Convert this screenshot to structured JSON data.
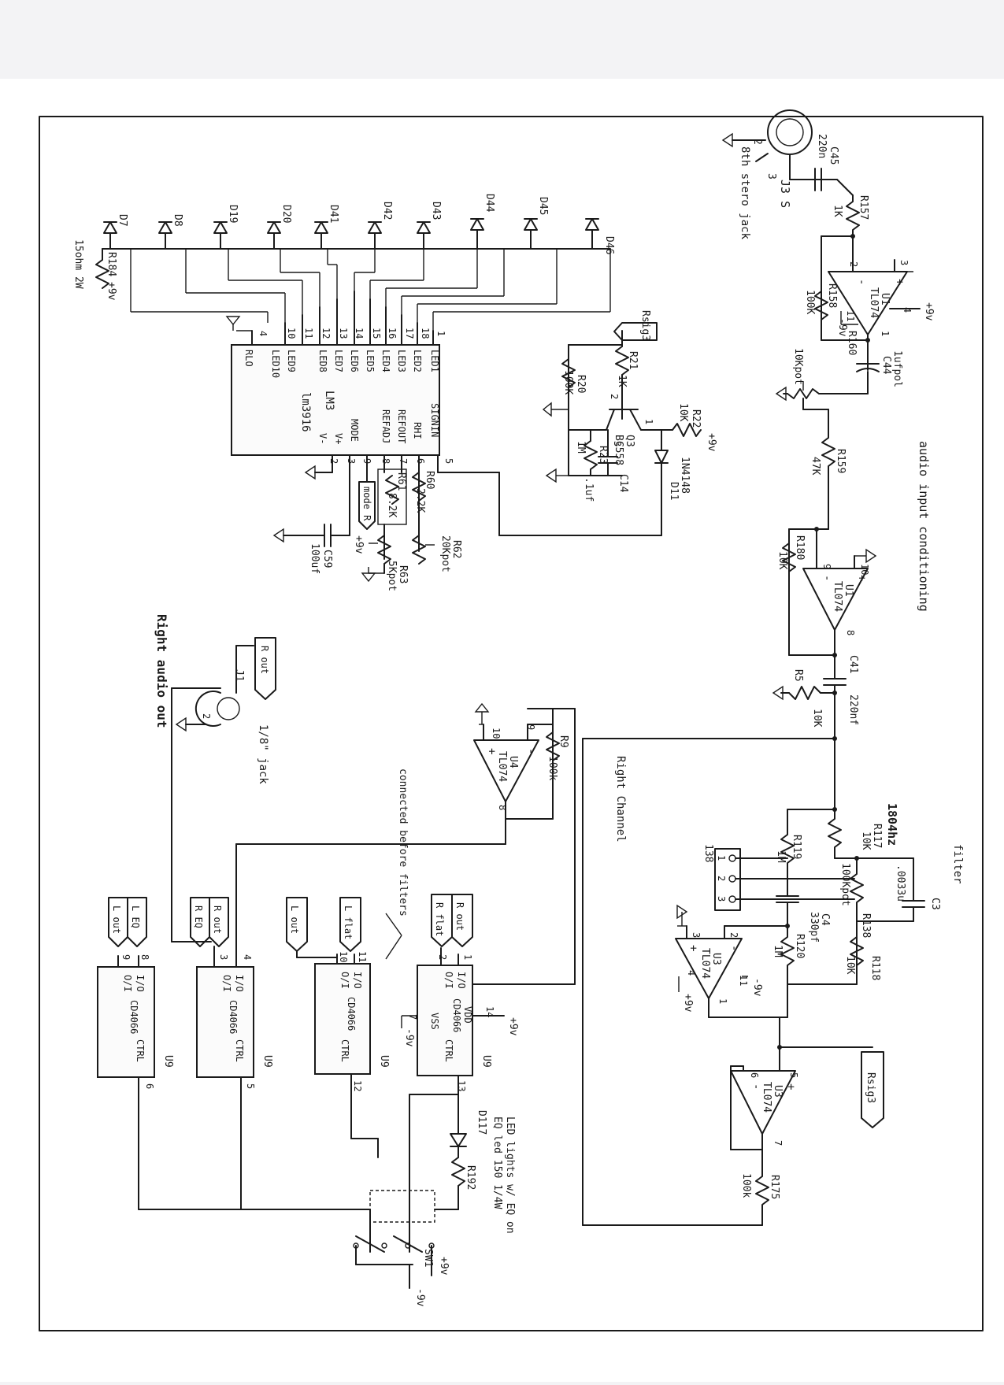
{
  "paper": {
    "bg": "#ffffff",
    "ink": "#1a1a1a",
    "margin": "#e6e6ea"
  },
  "labels": {
    "jack_pin2": "2",
    "jack_pin3": "3",
    "jack_name": "J3 S",
    "jack_desc": "8th stero jack",
    "c45": "C45",
    "c45_val": "220n",
    "r157": "R157",
    "r157_val": "1K",
    "u1a": "U1",
    "u1a_type": "TL074",
    "u1a_p3": "3",
    "u1a_p2": "2",
    "u1a_p4": "4",
    "u1a_p11": "11",
    "u1a_p1": "1",
    "u1a_pwr_pos": "+9v",
    "u1a_pwr_neg": "-9v",
    "r158": "R158",
    "r158_val": "100K",
    "c44": "C44",
    "c44_val": "1ufpol",
    "r160": "R160",
    "r160_val": "10Kpot",
    "audio_title": "audio input conditioning",
    "r159": "R159",
    "r159_val": "47K",
    "r180": "R180",
    "r180_val": "10K",
    "u1c": "U1",
    "u1c_type": "TL074",
    "u1c_p10": "10",
    "u1c_p9": "9",
    "u1c_p8": "8",
    "c41": "C41",
    "c41_val": "220nf",
    "r5": "R5",
    "r5_val": "10K",
    "filter_title": "filter",
    "freq": "1804hz",
    "r117": "R117",
    "r117_val": "10K",
    "r119": "R119",
    "r119_val": "1M",
    "r138": "R138",
    "r138_val": "100Kpot",
    "r118": "R118",
    "r118_val": "10K",
    "c3": "C3",
    "c3_val": ".0033u",
    "c4": "C4",
    "c4_val": "330pf",
    "r120": "R120",
    "r120_val": "1M",
    "j138": "138",
    "j138_p1": "1",
    "j138_p2": "2",
    "j138_p3": "3",
    "u3b": "U3",
    "u3b_type": "TL074",
    "u3b_p3": "3",
    "u3b_p2": "2",
    "u3b_p4": "4",
    "u3b_p11": "11",
    "u3b_p1": "1",
    "u3b_pwr_pos": "+9v",
    "u3b_pwr_neg": "-9v",
    "u3c": "U3",
    "u3c_type": "TL074",
    "u3c_p5": "5",
    "u3c_p6": "6",
    "u3c_p7": "7",
    "rsig3_a": "Rsig3",
    "rsig3_b": "Rsig3",
    "r175": "R175",
    "r175_val": "100k",
    "right_channel": "Right Channel",
    "u4": "U4",
    "u4_type": "TL074",
    "u4_p10": "10",
    "u4_p9": "9",
    "u4_p8": "8",
    "r9": "R9",
    "r9_val": "100k",
    "connected_note": "connected before filters",
    "lm3916": "lm3916",
    "lm3": "LM3",
    "pin_led1": "LED1",
    "pin_led2": "LED2",
    "pin_led3": "LED3",
    "pin_led4": "LED4",
    "pin_led5": "LED5",
    "pin_led6": "LED6",
    "pin_led7": "LED7",
    "pin_led8": "LED8",
    "pin_led9": "LED9",
    "pin_led10": "LED10",
    "pin_rlo": "RLO",
    "pin_signin": "SIGNIN",
    "pin_rhi": "RHI",
    "pin_refout": "REFOUT",
    "pin_refadj": "REFADJ",
    "pin_mode": "MODE",
    "pin_vp": "V+",
    "pin_vm": "V-",
    "n1": "1",
    "n18": "18",
    "n17": "17",
    "n16": "16",
    "n15": "15",
    "n14": "14",
    "n13": "13",
    "n12": "12",
    "n11": "11",
    "n10": "10",
    "n4": "4",
    "n5": "5",
    "n6": "6",
    "n7": "7",
    "n8": "8",
    "n9": "9",
    "n3": "3",
    "n2": "2",
    "d7": "D7",
    "d8": "D8",
    "d19": "D19",
    "d20": "D20",
    "d41": "D41",
    "d42": "D42",
    "d43": "D43",
    "d44": "D44",
    "d45": "D45",
    "d46": "D46",
    "r184": "R184",
    "r184_pwr": "+9v",
    "r184_val": "15ohm 2W",
    "r20": "R20",
    "r20_val": "100K",
    "r21": "R21",
    "r21_val": "1K",
    "q3": "Q3",
    "q3_type": "BC558",
    "q3_p1": "1",
    "q3_p2": "2",
    "q3_p3": "3",
    "r22": "R22",
    "r22_val": "10K",
    "r22_pwr": "+9v",
    "r23": "R23",
    "r23_val": "1M",
    "c14": "C14",
    "c14_val": ".1uf",
    "d11": "D11",
    "d11_type": "1N4148",
    "r61": "R61",
    "r61_val": "8.2K",
    "r60": "R60",
    "r60_val": "2.2K",
    "r62": "R62",
    "r62_val": "20Kpot",
    "r63": "R63",
    "r63_val": "5Kpot",
    "mode_r": "mode R",
    "c59": "C59",
    "c59_val": "100uf",
    "c59_pwr": "+9v",
    "right_out_title": "Right audio out",
    "jack_j1": "J1",
    "jack18": "1/8\" jack",
    "jack_j1_p2": "2",
    "r_out_tag": "R out",
    "u9a": "U9",
    "u9_type": "CD4066",
    "u9_ctrl": "CTRL",
    "u9_io": "I/O",
    "u9_oi": "O/I",
    "u9a_vdd": "VDD",
    "u9a_vss": "VSS",
    "u9a_p14": "14",
    "u9a_p7": "7",
    "u9a_p1": "1",
    "u9a_p2": "2",
    "u9a_p13": "13",
    "u9a_pwr_pos": "+9v",
    "u9a_pwr_neg": "-9v",
    "u9b_p10": "10",
    "u9b_p11": "11",
    "u9b_p12": "12",
    "u9c_p4": "4",
    "u9c_p3": "3",
    "u9c_p5": "5",
    "u9d_p9": "9",
    "u9d_p8": "8",
    "u9d_p6": "6",
    "tag_r_flat": "R flat",
    "tag_r_out": "R out",
    "tag_l_flat": "L flat",
    "tag_l_out": "L out",
    "tag_r_out2": "R out",
    "tag_r_eq": "R EQ",
    "tag_l_eq": "L EQ",
    "tag_l_out2": "L out",
    "sw1": "SW1",
    "sw1_pwr_pos": "+9v",
    "sw1_pwr_neg": "-9v",
    "d117": "D117",
    "r192": "R192",
    "led_note1": "LED lights w/ EQ on",
    "led_note2": "EQ led 150 1/4W"
  }
}
